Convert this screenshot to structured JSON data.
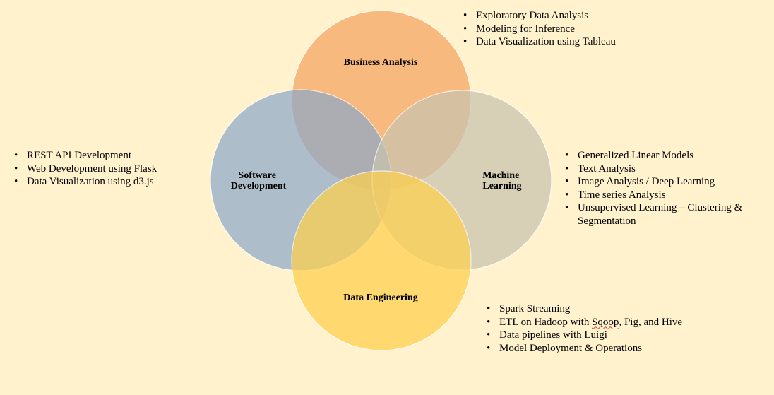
{
  "colors": {
    "background": "#fff2cc",
    "business_analysis": "#f4a460",
    "software_development": "#8ea9c9",
    "machine_learning": "#c9c3b0",
    "data_engineering": "#ffd04d",
    "outline": "#ffffff"
  },
  "circles": {
    "business_analysis": {
      "label_lines": [
        "Business Analysis"
      ],
      "bullets": [
        "Exploratory Data Analysis",
        "Modeling for Inference",
        "Data Visualization using Tableau"
      ]
    },
    "software_development": {
      "label_lines": [
        "Software",
        "Development"
      ],
      "bullets": [
        "REST API Development",
        "Web Development using Flask",
        "Data Visualization using d3.js"
      ]
    },
    "machine_learning": {
      "label_lines": [
        "Machine",
        "Learning"
      ],
      "bullets": [
        "Generalized Linear Models",
        "Text Analysis",
        "Image Analysis  / Deep Learning",
        "Time series Analysis",
        "Unsupervised Learning – Clustering & Segmentation"
      ]
    },
    "data_engineering": {
      "label_lines": [
        "Data Engineering"
      ],
      "bullets": [
        "Spark Streaming",
        "ETL on Hadoop with Sqoop, Pig, and Hive",
        "Data pipelines with Luigi",
        "Model Deployment & Operations"
      ]
    }
  }
}
